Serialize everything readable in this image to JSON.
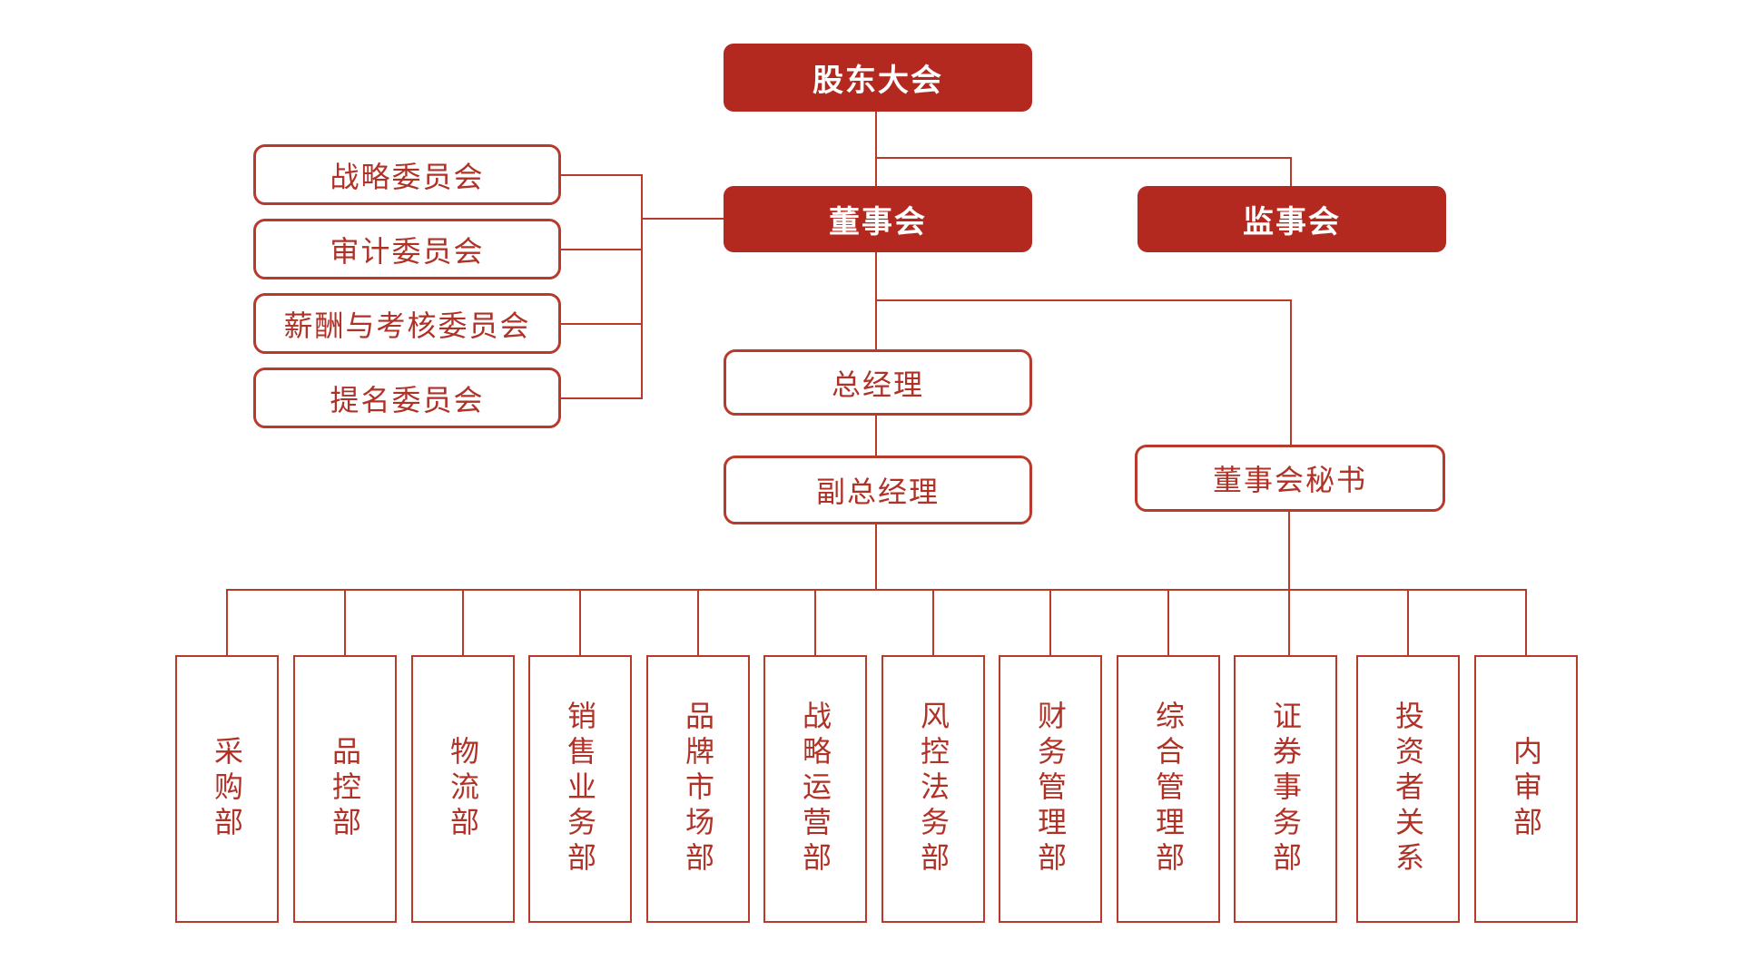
{
  "colors": {
    "background": "#FFFFFF",
    "node_fill": "#B3291F",
    "line": "#B73A2B",
    "text_on_fill": "#FFFFFF",
    "text_red": "#B03227"
  },
  "org_chart": {
    "shareholders_meeting": {
      "label": "股东大会"
    },
    "board_of_directors": {
      "label": "董事会"
    },
    "supervisory_board": {
      "label": "监事会"
    },
    "board_committees": [
      {
        "label": "战略委员会"
      },
      {
        "label": "审计委员会"
      },
      {
        "label": "薪酬与考核委员会"
      },
      {
        "label": "提名委员会"
      }
    ],
    "general_manager": {
      "label": "总经理"
    },
    "deputy_general_manager": {
      "label": "副总经理"
    },
    "board_secretary": {
      "label": "董事会秘书"
    },
    "departments": [
      {
        "label": "采购部"
      },
      {
        "label": "品控部"
      },
      {
        "label": "物流部"
      },
      {
        "label": "销售业务部"
      },
      {
        "label": "品牌市场部"
      },
      {
        "label": "战略运营部"
      },
      {
        "label": "风控法务部"
      },
      {
        "label": "财务管理部"
      },
      {
        "label": "综合管理部"
      },
      {
        "label": "证券事务部"
      },
      {
        "label": "投资者关系"
      },
      {
        "label": "内审部"
      }
    ]
  }
}
